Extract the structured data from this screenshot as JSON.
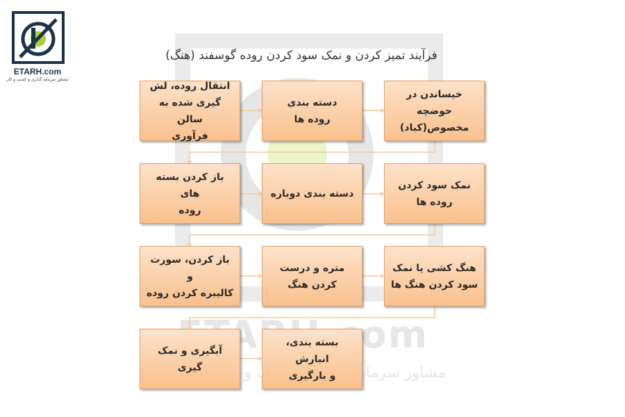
{
  "logo": {
    "name": "ETARH.com",
    "tagline": "مشاور سرمایه گذاری و کسب و کار"
  },
  "watermark": {
    "brand": "ETARH.com",
    "tagline": "مشاور سرمایه گذاری و کسب و کار"
  },
  "title": "فرآیند تمیز کردن و نمک سود کردن روده گوسفند (هنگ)",
  "steps": [
    {
      "line1": "انتقال روده، لش",
      "line2": "گیری شده به سالن",
      "line3": "فرآوری"
    },
    {
      "line1": "دسته بندی",
      "line2": "روده ها"
    },
    {
      "line1": "خیساندن در",
      "line2": "حوضچه",
      "line3": "مخصوص(کباد)"
    },
    {
      "line1": "باز کردن بسته های",
      "line2": "روده"
    },
    {
      "line1": "دسته بندی دوباره"
    },
    {
      "line1": "نمک سود کردن",
      "line2": "روده ها"
    },
    {
      "line1": "باز کردن، سورت و",
      "line2": "کالیبره کردن روده"
    },
    {
      "line1": "متره و درست",
      "line2": "کردن هنگ"
    },
    {
      "line1": "هنگ کشی یا نمک",
      "line2": "سود کردن هنگ ها"
    },
    {
      "line1": "آبگیری و نمک",
      "line2": "گیری"
    },
    {
      "line1": "بسته بندی، انبارش",
      "line2": "و بارگیری"
    }
  ]
}
